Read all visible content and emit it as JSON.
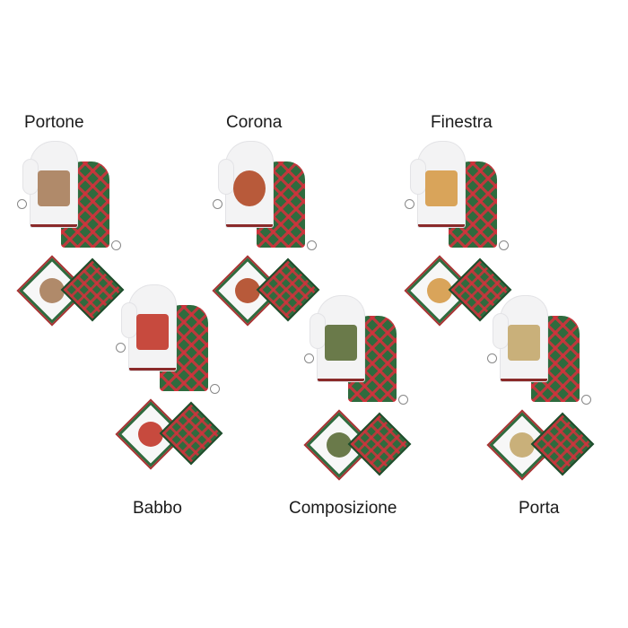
{
  "products": [
    {
      "name": "Portone",
      "art_color": "#b08a6a"
    },
    {
      "name": "Corona",
      "art_color": "#b85a3a"
    },
    {
      "name": "Finestra",
      "art_color": "#d9a45a"
    },
    {
      "name": "Babbo",
      "art_color": "#c74a3e"
    },
    {
      "name": "Composizione",
      "art_color": "#6a7a4a"
    },
    {
      "name": "Porta",
      "art_color": "#c9b07a"
    }
  ],
  "colors": {
    "plaid_green": "#2f6b3e",
    "plaid_red": "#d6303c",
    "background": "#ffffff"
  }
}
